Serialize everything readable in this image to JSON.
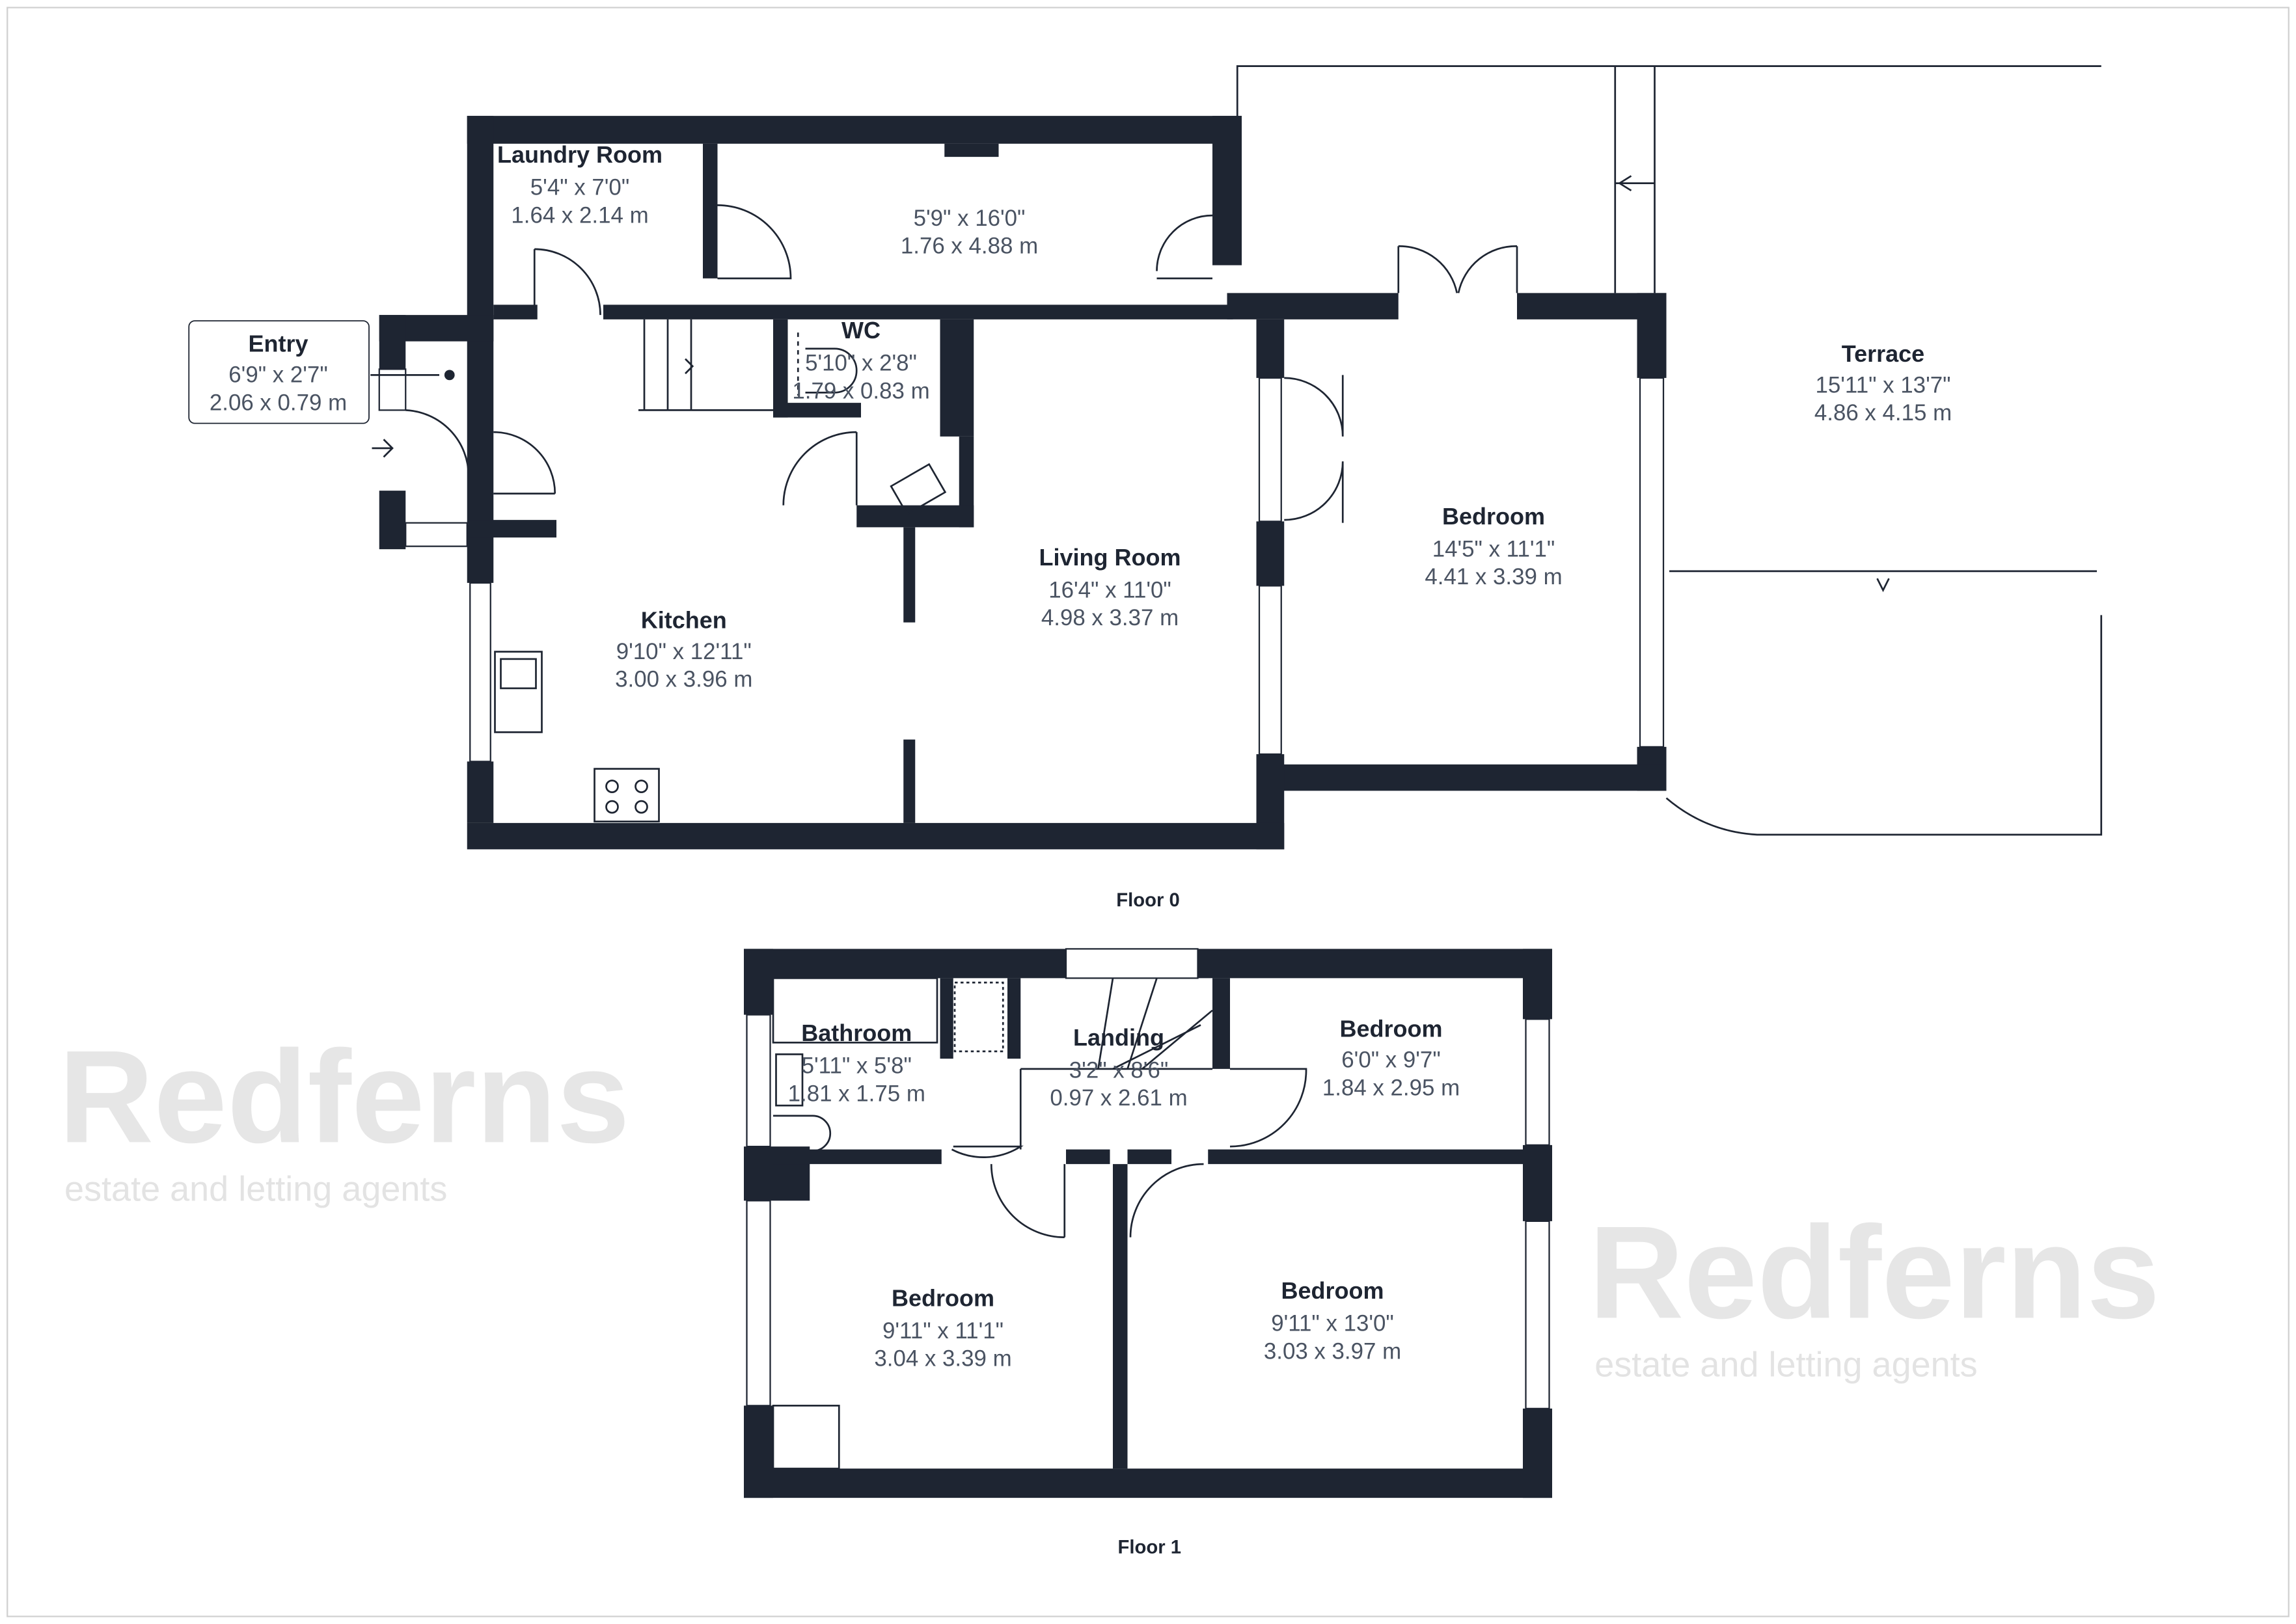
{
  "watermark": {
    "brand": "Redferns",
    "tagline": "estate and letting agents"
  },
  "floors": [
    {
      "label": "Floor 0",
      "rooms": [
        {
          "name": "Laundry Room",
          "imperial": "5'4\" x 7'0\"",
          "metric": "1.64 x 2.14 m"
        },
        {
          "name": "",
          "imperial": "5'9\" x 16'0\"",
          "metric": "1.76 x 4.88 m"
        },
        {
          "name": "Entry",
          "imperial": "6'9\" x 2'7\"",
          "metric": "2.06 x 0.79 m"
        },
        {
          "name": "WC",
          "imperial": "5'10\" x 2'8\"",
          "metric": "1.79 x 0.83 m"
        },
        {
          "name": "Kitchen",
          "imperial": "9'10\" x 12'11\"",
          "metric": "3.00 x 3.96 m"
        },
        {
          "name": "Living Room",
          "imperial": "16'4\" x 11'0\"",
          "metric": "4.98 x 3.37 m"
        },
        {
          "name": "Bedroom",
          "imperial": "14'5\" x 11'1\"",
          "metric": "4.41 x 3.39 m"
        },
        {
          "name": "Terrace",
          "imperial": "15'11\" x 13'7\"",
          "metric": "4.86 x 4.15 m"
        }
      ]
    },
    {
      "label": "Floor 1",
      "rooms": [
        {
          "name": "Bathroom",
          "imperial": "5'11\" x 5'8\"",
          "metric": "1.81 x 1.75 m"
        },
        {
          "name": "Landing",
          "imperial": "3'2\" x 8'6\"",
          "metric": "0.97 x 2.61 m"
        },
        {
          "name": "Bedroom",
          "imperial": "6'0\" x 9'7\"",
          "metric": "1.84 x 2.95 m"
        },
        {
          "name": "Bedroom",
          "imperial": "9'11\" x 11'1\"",
          "metric": "3.04 x 3.39 m"
        },
        {
          "name": "Bedroom",
          "imperial": "9'11\" x 13'0\"",
          "metric": "3.03 x 3.97 m"
        }
      ]
    }
  ]
}
